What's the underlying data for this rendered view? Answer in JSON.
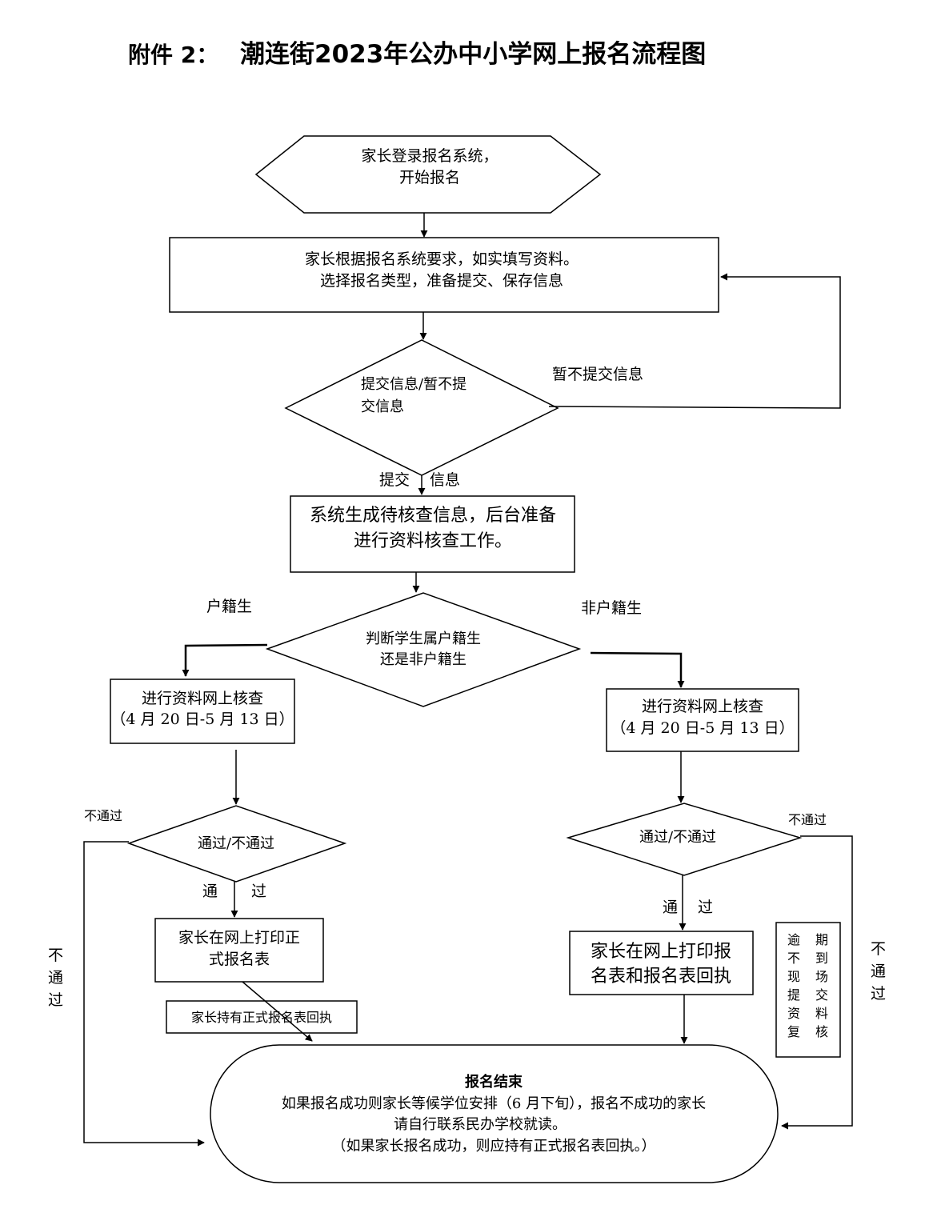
{
  "header": {
    "prefix": "附件 2：",
    "title": "潮连街2023年公办中小学网上报名流程图"
  },
  "nodes": {
    "start": {
      "line1": "家长登录报名系统，",
      "line2": "开始报名"
    },
    "fill_info": {
      "line1": "家长根据报名系统要求，如实填写资料。",
      "line2": "选择报名类型，准备提交、保存信息"
    },
    "submit_decision": {
      "line1": "提交信息/暂不提",
      "line2": "交信息"
    },
    "pending_check": {
      "line1": "系统生成待核查信息，后台准备",
      "line2": "进行资料核查工作。"
    },
    "residency_decision": {
      "line1": "判断学生属户籍生",
      "line2": "还是非户籍生"
    },
    "check_local": {
      "line1": "进行资料网上核查",
      "line2": "（4 月 20 日-5 月 13 日）"
    },
    "check_nonlocal": {
      "line1": "进行资料网上核查",
      "line2": "（4 月 20 日-5 月 13 日）"
    },
    "pass_local": {
      "label": "通过/不通过"
    },
    "pass_nonlocal": {
      "label": "通过/不通过"
    },
    "print_local": {
      "line1": "家长在网上打印正",
      "line2": "式报名表"
    },
    "hold_form": {
      "label": "家长持有正式报名表回执"
    },
    "print_nonlocal": {
      "line1": "家长在网上打印报",
      "line2": "名表和报名表回执"
    },
    "overdue_note": {
      "col1": [
        "逾",
        "不",
        "现",
        "提",
        "资",
        "复"
      ],
      "col2": [
        "期",
        "到",
        "场",
        "交",
        "料",
        "核"
      ]
    },
    "end": {
      "title": "报名结束",
      "line1": "如果报名成功则家长等候学位安排（6 月下旬），报名不成功的家长",
      "line2": "请自行联系民办学校就读。",
      "line3": "（如果家长报名成功，则应持有正式报名表回执。）"
    }
  },
  "edge_labels": {
    "not_submit": "暂不提交信息",
    "submit_left": "提交",
    "submit_right": "信息",
    "local": "户籍生",
    "nonlocal": "非户籍生",
    "fail_local_small": "不通过",
    "fail_nonlocal_small": "不通过",
    "pass_local_1": "通",
    "pass_local_2": "过",
    "pass_nonlocal_1": "通",
    "pass_nonlocal_2": "过",
    "fail_left_vertical": [
      "不",
      "通",
      "过"
    ],
    "fail_right_vertical": [
      "不",
      "通",
      "过"
    ]
  }
}
